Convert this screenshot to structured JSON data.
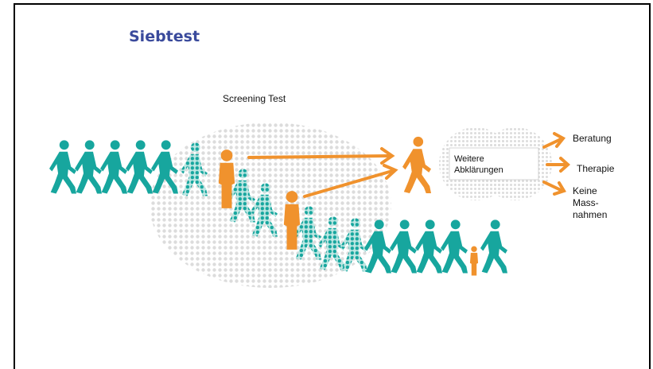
{
  "title": "Siebtest",
  "screening_label": "Screening Test",
  "further": "Weitere\nAbklärungen",
  "outcomes": [
    "Beratung",
    "Therapie",
    "Keine\nMass-\nnahmen"
  ],
  "colors": {
    "title": "#3a4a9c",
    "teal": "#17a69e",
    "orange": "#f0922d",
    "dots": "#dcdcdc"
  }
}
